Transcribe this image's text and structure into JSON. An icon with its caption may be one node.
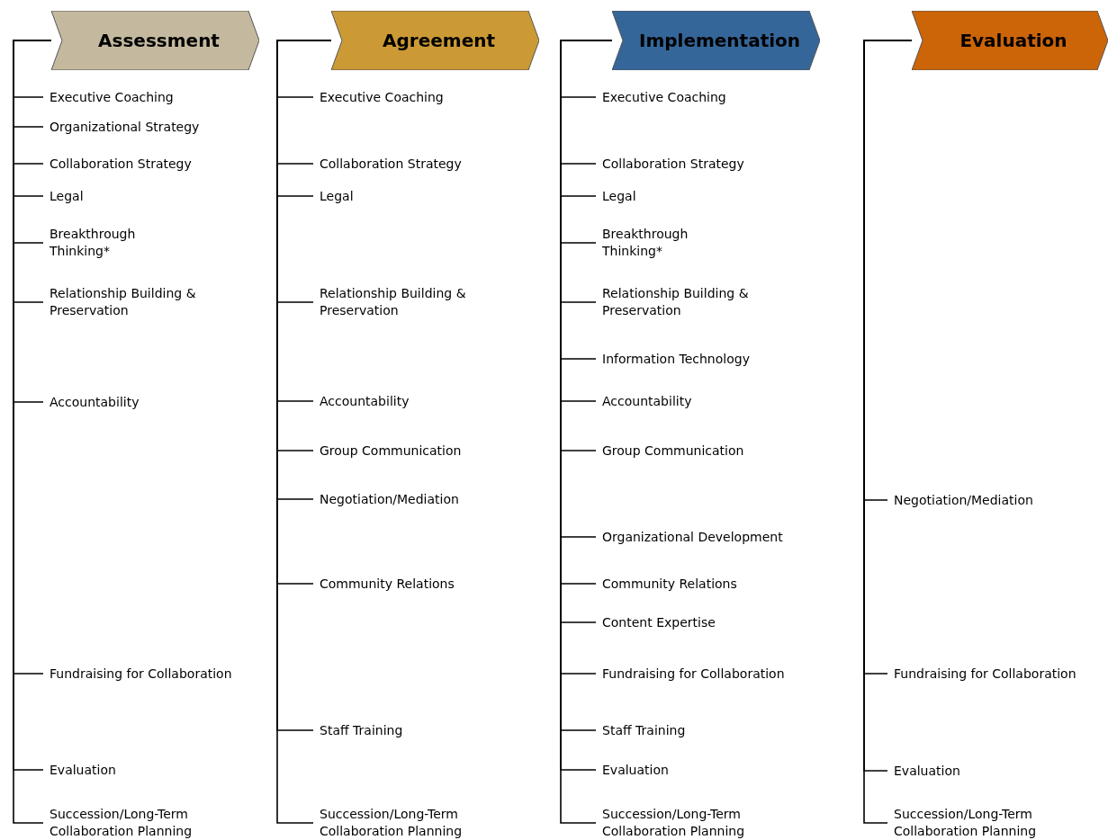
{
  "diagram": {
    "nodes": [
      {
        "text": [
          "Assessment"
        ]
      },
      {
        "text": [
          "Executive Coaching"
        ]
      },
      {
        "text": [
          "Organizational Strategy"
        ]
      },
      {
        "text": [
          "Collaboration Strategy"
        ]
      },
      {
        "text": [
          "Legal"
        ]
      },
      {
        "text": [
          "Breakthrough Thinking*"
        ]
      },
      {
        "text": [
          "Relationship Building & Preservation"
        ]
      },
      {
        "text": [
          "Accountability"
        ]
      },
      {
        "text": [
          "Fundraising for Collaboration"
        ]
      },
      {
        "text": [
          "Evaluation"
        ]
      },
      {
        "text": [
          "Succession/Long-Term Collaboration Planning"
        ]
      },
      {
        "text": [
          "Agreement"
        ]
      },
      {
        "text": [
          "Executive Coaching"
        ]
      },
      {
        "text": [
          "Collaboration Strategy"
        ]
      },
      {
        "text": [
          "Legal"
        ]
      },
      {
        "text": [
          "Relationship Building & Preservation"
        ]
      },
      {
        "text": [
          "Accountability"
        ]
      },
      {
        "text": [
          "Group Communication"
        ]
      },
      {
        "text": [
          "Negotiation/Mediation"
        ]
      },
      {
        "text": [
          "Community Relations"
        ]
      },
      {
        "text": [
          "Staff Training"
        ]
      },
      {
        "text": [
          "Succession/Long-Term Collaboration Planning"
        ]
      },
      {
        "text": [
          "Implementation"
        ]
      },
      {
        "text": [
          "Executive Coaching"
        ]
      },
      {
        "text": [
          "Collaboration Strategy"
        ]
      },
      {
        "text": [
          "Legal"
        ]
      },
      {
        "text": [
          "Breakthrough Thinking*"
        ]
      },
      {
        "text": [
          "Relationship Building & Preservation"
        ]
      },
      {
        "text": [
          "Information Technology"
        ]
      },
      {
        "text": [
          "Accountability"
        ]
      },
      {
        "text": [
          "Group Communication"
        ]
      },
      {
        "text": [
          "Organizational Development"
        ]
      },
      {
        "text": [
          "Community Relations"
        ]
      },
      {
        "text": [
          "Content Expertise"
        ]
      },
      {
        "text": [
          "Fundraising for Collaboration"
        ]
      },
      {
        "text": [
          "Staff Training"
        ]
      },
      {
        "text": [
          "Evaluation"
        ]
      },
      {
        "text": [
          "Succession/Long-Term Collaboration Planning"
        ]
      },
      {
        "text": [
          "Evaluation"
        ]
      },
      {
        "text": [
          "Negotiation/Mediation"
        ]
      },
      {
        "text": [
          "Fundraising for Collaboration"
        ]
      },
      {
        "text": [
          "Evaluation"
        ]
      },
      {
        "text": [
          "Succession/Long-Term Collaboration Planning"
        ]
      }
    ],
    "edges": [
      {
        "from": 0,
        "to": 1,
        "arrow": "none"
      },
      {
        "from": 0,
        "to": 2,
        "arrow": "none"
      },
      {
        "from": 0,
        "to": 3,
        "arrow": "none"
      },
      {
        "from": 0,
        "to": 4,
        "arrow": "none"
      },
      {
        "from": 0,
        "to": 5,
        "arrow": "none"
      },
      {
        "from": 0,
        "to": 6,
        "arrow": "none"
      },
      {
        "from": 0,
        "to": 7,
        "arrow": "none"
      },
      {
        "from": 0,
        "to": 8,
        "arrow": "none"
      },
      {
        "from": 0,
        "to": 9,
        "arrow": "none"
      },
      {
        "from": 0,
        "to": 10,
        "arrow": "none"
      },
      {
        "from": 11,
        "to": 12,
        "arrow": "none"
      },
      {
        "from": 11,
        "to": 13,
        "arrow": "none"
      },
      {
        "from": 11,
        "to": 14,
        "arrow": "none"
      },
      {
        "from": 11,
        "to": 15,
        "arrow": "none"
      },
      {
        "from": 11,
        "to": 16,
        "arrow": "none"
      },
      {
        "from": 11,
        "to": 17,
        "arrow": "none"
      },
      {
        "from": 11,
        "to": 18,
        "arrow": "none"
      },
      {
        "from": 11,
        "to": 19,
        "arrow": "none"
      },
      {
        "from": 11,
        "to": 20,
        "arrow": "none"
      },
      {
        "from": 11,
        "to": 21,
        "arrow": "none"
      },
      {
        "from": 22,
        "to": 23,
        "arrow": "none"
      },
      {
        "from": 22,
        "to": 24,
        "arrow": "none"
      },
      {
        "from": 22,
        "to": 25,
        "arrow": "none"
      },
      {
        "from": 22,
        "to": 26,
        "arrow": "none"
      },
      {
        "from": 22,
        "to": 27,
        "arrow": "none"
      },
      {
        "from": 22,
        "to": 28,
        "arrow": "none"
      },
      {
        "from": 22,
        "to": 29,
        "arrow": "none"
      },
      {
        "from": 22,
        "to": 30,
        "arrow": "none"
      },
      {
        "from": 22,
        "to": 31,
        "arrow": "none"
      },
      {
        "from": 22,
        "to": 32,
        "arrow": "none"
      },
      {
        "from": 22,
        "to": 33,
        "arrow": "none"
      },
      {
        "from": 22,
        "to": 34,
        "arrow": "none"
      },
      {
        "from": 22,
        "to": 35,
        "arrow": "none"
      },
      {
        "from": 22,
        "to": 36,
        "arrow": "none"
      },
      {
        "from": 22,
        "to": 37,
        "arrow": "none"
      },
      {
        "from": 38,
        "to": 39,
        "arrow": "none"
      },
      {
        "from": 38,
        "to": 40,
        "arrow": "none"
      },
      {
        "from": 38,
        "to": 41,
        "arrow": "none"
      },
      {
        "from": 38,
        "to": 42,
        "arrow": "none"
      }
    ]
  }
}
